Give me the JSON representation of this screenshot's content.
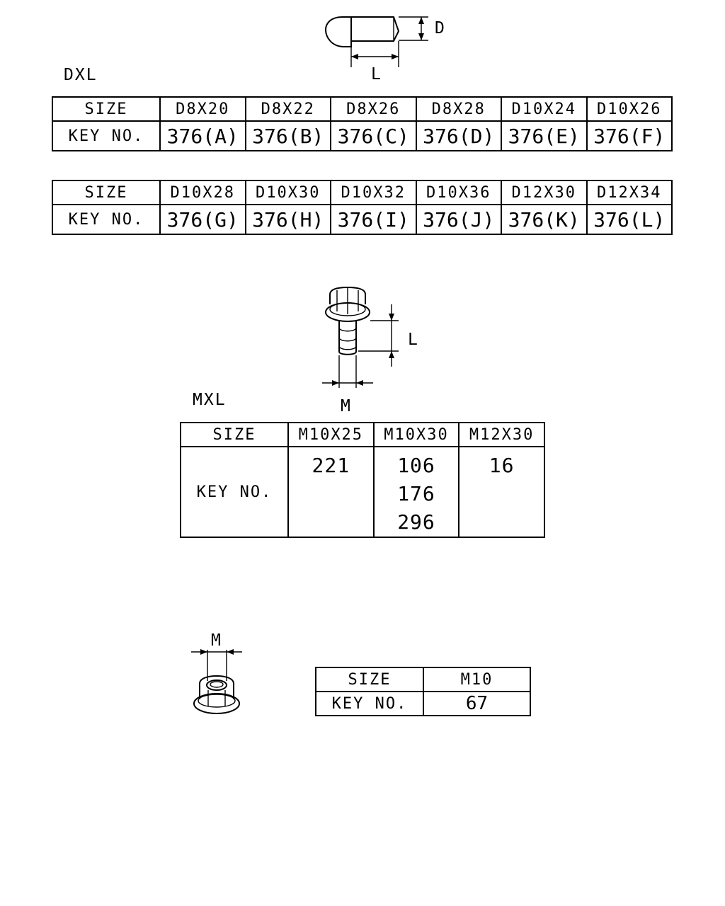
{
  "rivet": {
    "caption": "DXL",
    "dim_d": "D",
    "dim_l": "L",
    "table1": {
      "row_labels": [
        "SIZE",
        "KEY NO."
      ],
      "sizes": [
        "D8X20",
        "D8X22",
        "D8X26",
        "D8X28",
        "D10X24",
        "D10X26"
      ],
      "keys": [
        "376(A)",
        "376(B)",
        "376(C)",
        "376(D)",
        "376(E)",
        "376(F)"
      ]
    },
    "table2": {
      "row_labels": [
        "SIZE",
        "KEY NO."
      ],
      "sizes": [
        "D10X28",
        "D10X30",
        "D10X32",
        "D10X36",
        "D12X30",
        "D12X34"
      ],
      "keys": [
        "376(G)",
        "376(H)",
        "376(I)",
        "376(J)",
        "376(K)",
        "376(L)"
      ]
    }
  },
  "bolt": {
    "caption": "MXL",
    "dim_l": "L",
    "dim_m": "M",
    "table": {
      "row_labels": [
        "SIZE",
        "KEY NO."
      ],
      "sizes": [
        "M10X25",
        "M10X30",
        "M12X30"
      ],
      "keys": [
        [
          "221"
        ],
        [
          "106",
          "176",
          "296"
        ],
        [
          "16"
        ]
      ]
    }
  },
  "nut": {
    "dim_m": "M",
    "table": {
      "row_labels": [
        "SIZE",
        "KEY NO."
      ],
      "sizes": [
        "M10"
      ],
      "keys": [
        "67"
      ]
    }
  }
}
